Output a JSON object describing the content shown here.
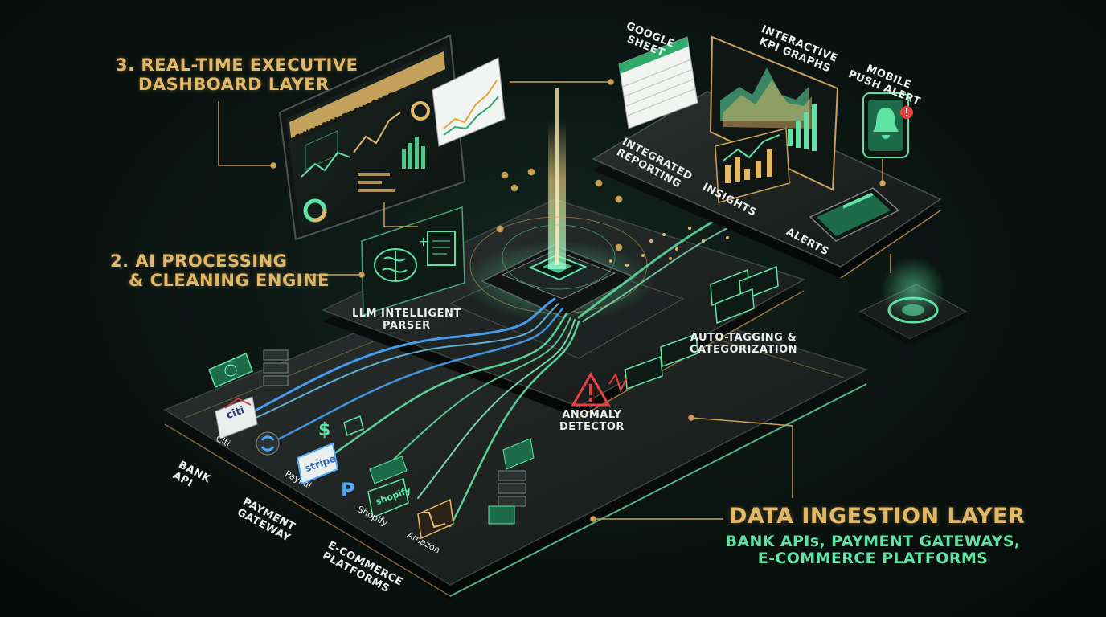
{
  "layers": {
    "dashboard": {
      "title_line1": "3. REAL-TIME EXECUTIVE",
      "title_line2": "DASHBOARD LAYER"
    },
    "processing": {
      "title_line1": "2. AI PROCESSING",
      "title_line2": "& CLEANING ENGINE"
    },
    "ingestion": {
      "title": "DATA INGESTION LAYER",
      "subtitle_line1": "BANK APIs, PAYMENT GATEWAYS,",
      "subtitle_line2": "E-COMMERCE PLATFORMS"
    }
  },
  "dashboard_panel": {
    "title": "FINANCIAL DASHBOARD"
  },
  "outputs": {
    "google_sheet_line1": "GOOGLE",
    "google_sheet_line2": "SHEET",
    "kpi_line1": "INTERACTIVE",
    "kpi_line2": "KPI GRAPHS",
    "mobile_line1": "MOBILE",
    "mobile_line2": "PUSH ALERT",
    "reporting_line1": "INTEGRATED",
    "reporting_line2": "REPORTING",
    "insights": "INSIGHTS",
    "alerts": "ALERTS"
  },
  "engine": {
    "parser_line1": "LLM INTELLIGENT",
    "parser_line2": "PARSER",
    "tagging_line1": "AUTO-TAGGING &",
    "tagging_line2": "CATEGORIZATION",
    "anomaly_line1": "ANOMALY",
    "anomaly_line2": "DETECTOR"
  },
  "sources": {
    "citi": "Citi",
    "citi_logo": "citi",
    "stripe": "stripe",
    "paypal": "PayPal",
    "shopify_logo": "shopify",
    "shopify": "Shopify",
    "amazon": "Amazon",
    "bank_api_line1": "BANK",
    "bank_api_line2": "API",
    "payment_line1": "PAYMENT",
    "payment_line2": "GATEWAY",
    "ecommerce_line1": "E-COMMERCE",
    "ecommerce_line2": "PLATFORMS"
  },
  "icons": {
    "brain": "brain-icon",
    "document": "document-icon",
    "warning": "warning-icon",
    "bell": "bell-icon",
    "server": "server-icon",
    "cash": "cash-icon",
    "cart": "cart-icon",
    "dollar": "dollar-icon",
    "mail": "mail-icon"
  },
  "colors": {
    "accent_gold": "#e2b867",
    "accent_mint": "#5ee3a5",
    "flow_blue": "#4aa8ff",
    "alert_red": "#e94040"
  }
}
